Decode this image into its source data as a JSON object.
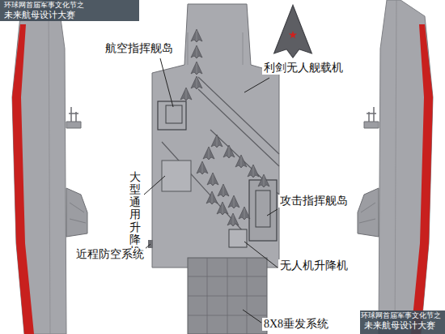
{
  "diagram": {
    "labels": [
      "环球网首届军事文化节之",
      "未来航母设计大赛",
      "航空指挥舰岛",
      "利剑无人舰载机",
      "大型通用升降机",
      "攻击指挥舰岛",
      "近程防空系统",
      "无人机升降机",
      "8X8垂发系统",
      "环球网首届军事文化节之",
      "未来航母设计大赛"
    ]
  }
}
